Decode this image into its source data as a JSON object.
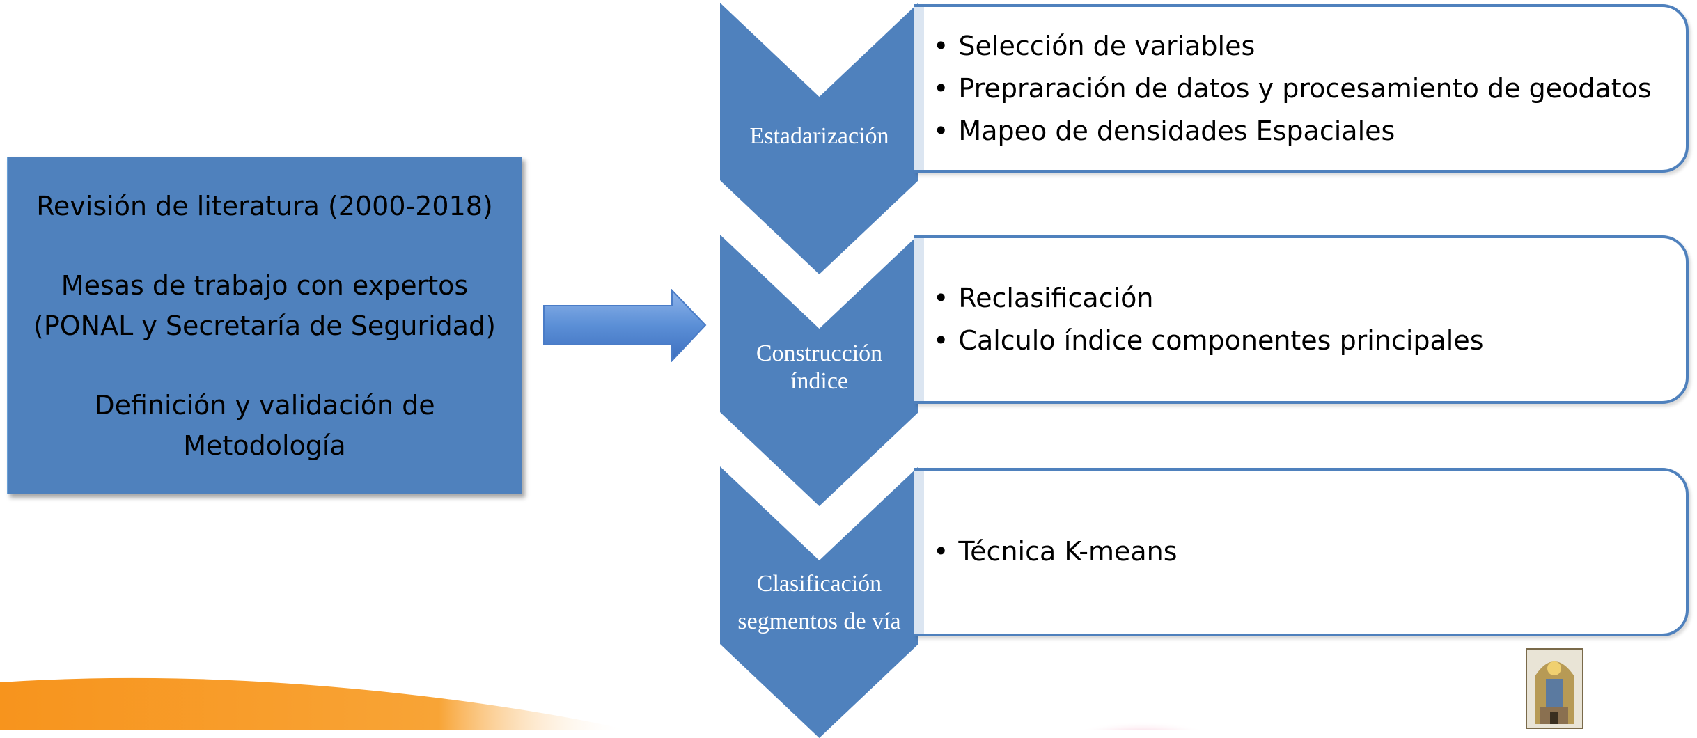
{
  "left_box": {
    "lines": [
      "Revisión de literatura (2000-2018)",
      "Mesas de trabajo con expertos",
      "(PONAL y Secretaría de Seguridad)",
      "Definición y validación de",
      "Metodología"
    ]
  },
  "steps": [
    {
      "label": [
        "Estadarización"
      ],
      "bullets": [
        "Selección de variables",
        "Prepraración de datos y procesamiento de geodatos",
        "Mapeo de densidades Espaciales"
      ]
    },
    {
      "label": [
        "Construcción",
        "índice"
      ],
      "bullets": [
        "Reclasificación",
        "Calculo índice componentes principales"
      ]
    },
    {
      "label": [
        "Clasificación",
        "segmentos de vía"
      ],
      "bullets": [
        "Técnica K-means"
      ]
    }
  ],
  "colors": {
    "primary_blue": "#4f81bd",
    "arrow_blue": "#5b8fd6",
    "orange": "#f39c1f"
  },
  "icons": {
    "flow_arrow": "right-arrow-icon",
    "crest": "municipal-crest-logo"
  }
}
